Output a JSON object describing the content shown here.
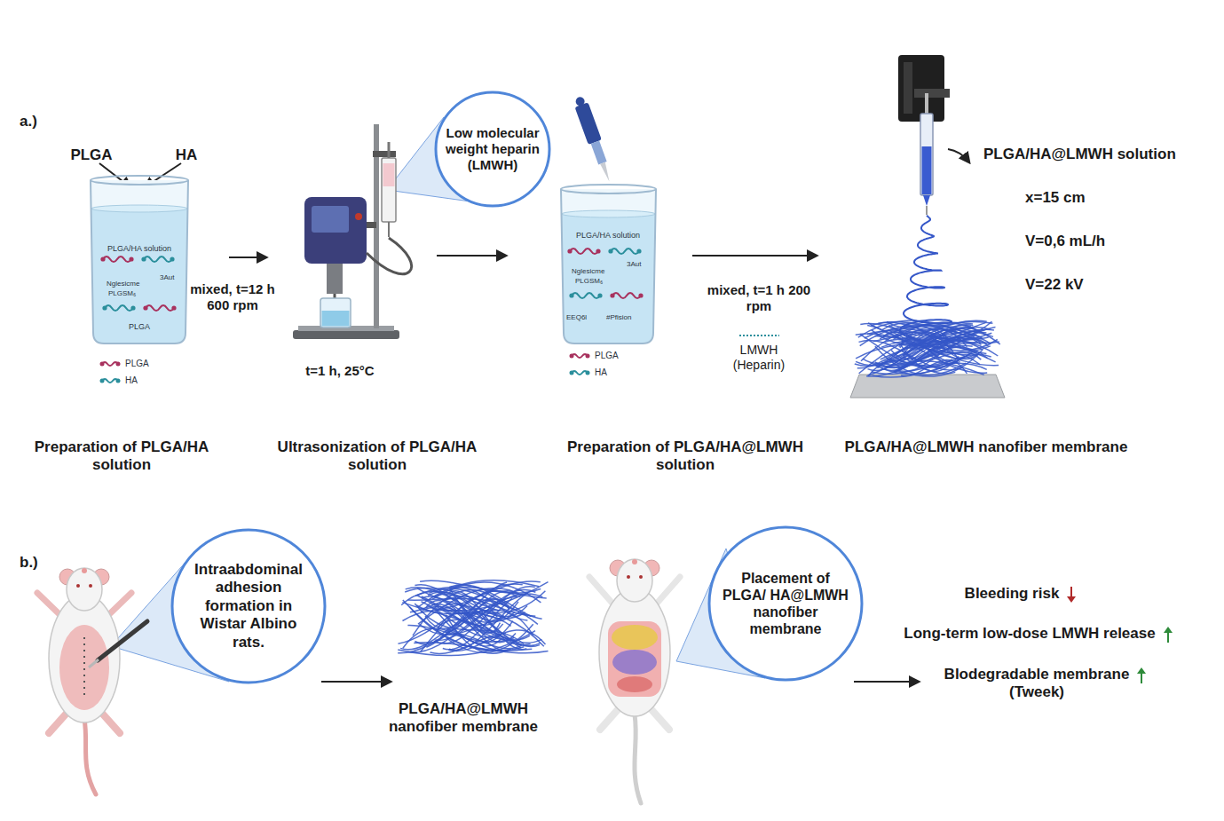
{
  "diagram": {
    "nodes": [
      {
        "text": [
          "PLGA/HA solution",
          "Nglesicme",
          "3Aut",
          "PLGSM₆",
          "PLGA"
        ]
      },
      {
        "text": [
          "Low molecular weight heparin (LMWH)"
        ]
      },
      {
        "text": [
          "PLGA/HA solution",
          "Nglesicme",
          "3Aut",
          "PLGSM₆",
          "EEQ6l",
          "#Pfision"
        ]
      },
      {
        "text": [
          "Intraabdominal adhesion formation in Wistar Albino rats."
        ]
      },
      {
        "text": [
          "Placement of PLGA/ HA@LMWH nanofiber membrane"
        ]
      }
    ],
    "labels": [
      "a.)",
      "PLGA",
      "HA",
      "mixed, t=12 h 600 rpm",
      "t=1 h, 25°C",
      "mixed, t=1 h 200 rpm",
      "LMWH (Heparin)",
      "PLGA/HA@LMWH solution",
      "x=15 cm",
      "V=0,6 mL/h",
      "V=22 kV",
      "Preparation of PLGA/HA solution",
      "Ultrasonization of PLGA/HA solution",
      "Preparation of PLGA/HA@LMWH solution",
      "PLGA/HA@LMWH nanofiber membrane",
      "b.)",
      "PLGA/HA@LMWH nanofiber membrane",
      "Bleeding risk",
      "Long-term low-dose LMWH release",
      "Blodegradable membrane (Tweek)"
    ],
    "legend": [
      {
        "text": "PLGA"
      },
      {
        "text": "HA"
      },
      {
        "text": "PLGA"
      },
      {
        "text": "HA"
      }
    ]
  }
}
